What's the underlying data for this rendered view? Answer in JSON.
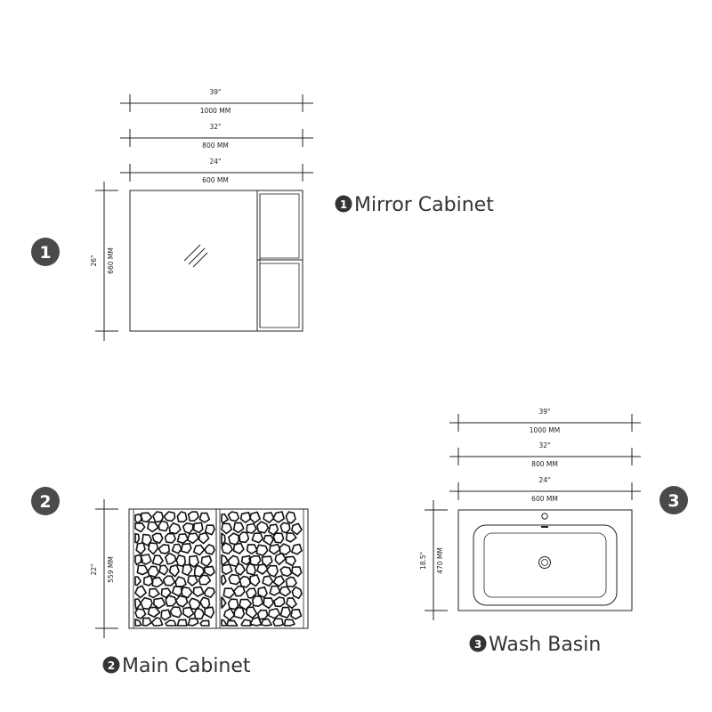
{
  "mirror_cabinet": {
    "badge": "1",
    "title_num": "1",
    "title": "Mirror Cabinet",
    "widths": [
      {
        "inch": "39\"",
        "mm": "1000 MM"
      },
      {
        "inch": "32\"",
        "mm": "800 MM"
      },
      {
        "inch": "24\"",
        "mm": "600 MM"
      }
    ],
    "height_inch": "26\"",
    "height_mm": "660 MM"
  },
  "main_cabinet": {
    "badge": "2",
    "title_num": "2",
    "title": "Main Cabinet",
    "height_inch": "22\"",
    "height_mm": "559 MM"
  },
  "wash_basin": {
    "badge": "3",
    "title_num": "3",
    "title": "Wash Basin",
    "widths": [
      {
        "inch": "39\"",
        "mm": "1000 MM"
      },
      {
        "inch": "32\"",
        "mm": "800 MM"
      },
      {
        "inch": "24\"",
        "mm": "600 MM"
      }
    ],
    "height_inch": "18.5\"",
    "height_mm": "470 MM"
  },
  "colors": {
    "badge_fill": "#4a4a4a",
    "line": "#222222"
  }
}
